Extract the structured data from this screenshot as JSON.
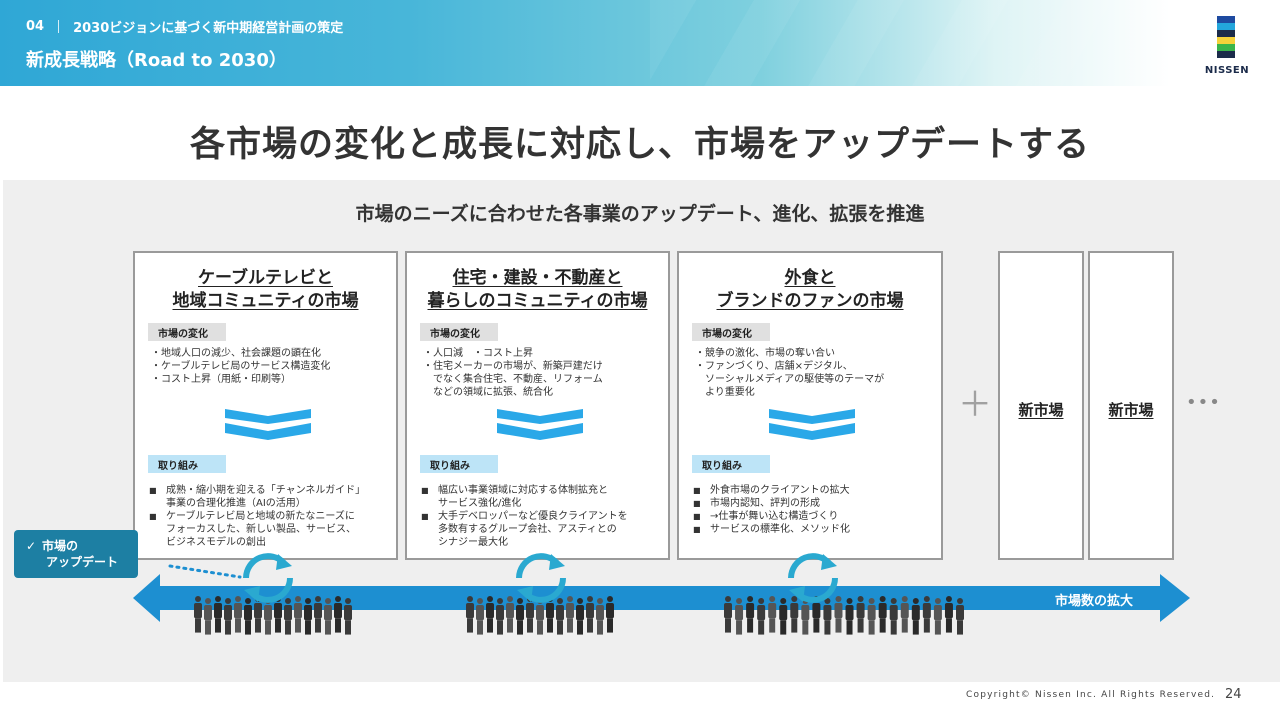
{
  "header": {
    "section_no": "04",
    "section_title": "2030ビジョンに基づく新中期経営計画の策定",
    "page_title": "新成長戦略（Road to 2030）",
    "logo_text": "NISSEN",
    "logo_colors": [
      "#1e4aa0",
      "#23a6dc",
      "#f5d23a",
      "#3bb54a",
      "#1b2b4a"
    ]
  },
  "headline": "各市場の変化と成長に対応し、市場をアップデートする",
  "panel": {
    "subtitle": "市場のニーズに合わせた各事業のアップデート、進化、拡張を推進",
    "cards": [
      {
        "title_lines": [
          "ケーブルテレビと",
          "地域コミュニティの市場"
        ],
        "change_label": "市場の変化",
        "changes": "・地域人口の減少、社会課題の顕在化\n・ケーブルテレビ局のサービス構造変化\n・コスト上昇（用紙・印刷等）",
        "effort_label": "取り組み",
        "efforts": [
          "成熟・縮小期を迎える「チャンネルガイド」\n事業の合理化推進（AIの活用）",
          "ケーブルテレビ局と地域の新たなニーズに\nフォーカスした、新しい製品、サービス、\nビジネスモデルの創出"
        ]
      },
      {
        "title_lines": [
          "住宅・建設・不動産と",
          "暮らしのコミュニティの市場"
        ],
        "change_label": "市場の変化",
        "changes": "・人口減　・コスト上昇\n・住宅メーカーの市場が、新築戸建だけ\n　でなく集合住宅、不動産、リフォーム\n　などの領域に拡張、統合化",
        "effort_label": "取り組み",
        "efforts": [
          "幅広い事業領域に対応する体制拡充と\nサービス強化/進化",
          "大手デベロッパーなど優良クライアントを\n多数有するグループ会社、アスティとの\nシナジー最大化"
        ]
      },
      {
        "title_lines": [
          "外食と",
          "ブランドのファンの市場"
        ],
        "change_label": "市場の変化",
        "changes": "・競争の激化、市場の奪い合い\n・ファンづくり、店舗×デジタル、\n　ソーシャルメディアの駆使等のテーマが\n　より重要化",
        "effort_label": "取り組み",
        "efforts": [
          "外食市場のクライアントの拡大",
          "市場内認知、評判の形成",
          "→仕事が舞い込む構造づくり",
          "サービスの標準化、メソッド化"
        ]
      }
    ],
    "new_markets": [
      "新市場",
      "新市場"
    ],
    "plus": "＋",
    "ellipsis": "•••",
    "update_badge": {
      "check": "✓",
      "line1": "市場の",
      "line2": "アップデート"
    },
    "arrow_label": "市場数の拡大",
    "colors": {
      "accent": "#1d8fd1",
      "chevron": "#2aa8e8",
      "cycle": "#2aa9d0",
      "badge": "#1d7fa3"
    }
  },
  "footer": {
    "copyright": "Copyright© Nissen Inc. All Rights Reserved.",
    "page_number": "24"
  }
}
